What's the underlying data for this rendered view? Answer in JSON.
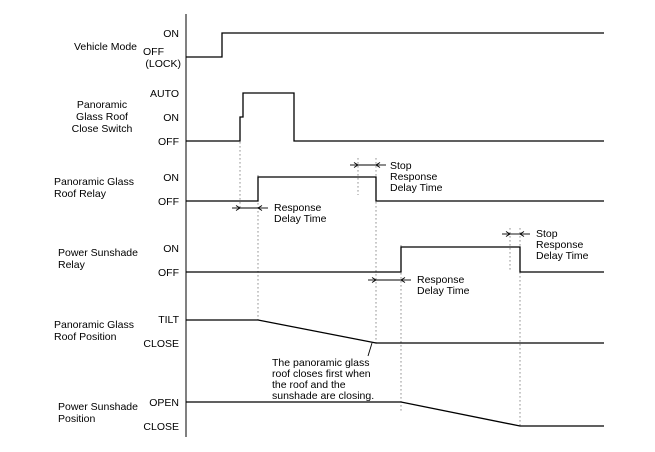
{
  "signals": [
    {
      "name": "Vehicle Mode",
      "levels": [
        "ON",
        "OFF",
        "(LOCK)"
      ]
    },
    {
      "name_lines": [
        "Panoramic",
        "Glass Roof",
        "Close Switch"
      ],
      "levels": [
        "AUTO",
        "ON",
        "OFF"
      ]
    },
    {
      "name_lines": [
        "Panoramic Glass",
        "Roof Relay"
      ],
      "levels": [
        "ON",
        "OFF"
      ]
    },
    {
      "name_lines": [
        "Power Sunshade",
        "Relay"
      ],
      "levels": [
        "ON",
        "OFF"
      ]
    },
    {
      "name_lines": [
        "Panoramic Glass",
        "Roof Position"
      ],
      "levels": [
        "TILT",
        "CLOSE"
      ]
    },
    {
      "name_lines": [
        "Power Sunshade",
        "Position"
      ],
      "levels": [
        "OPEN",
        "CLOSE"
      ]
    }
  ],
  "annotations": {
    "response_delay": [
      "Response",
      "Delay Time"
    ],
    "stop_response_delay": [
      "Stop",
      "Response",
      "Delay Time"
    ],
    "note": [
      "The panoramic glass",
      "roof closes first when",
      "the roof and the",
      "sunshade are closing."
    ]
  }
}
